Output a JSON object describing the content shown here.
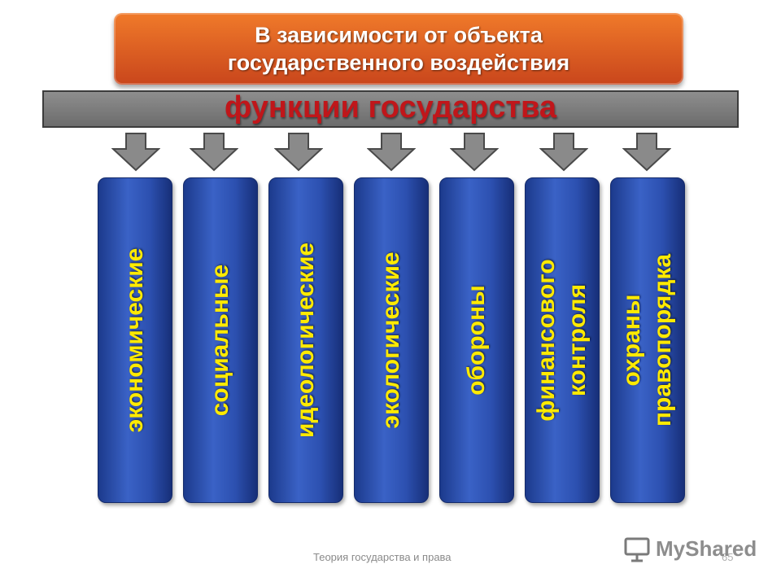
{
  "header": {
    "line1": "В зависимости от объекта",
    "line2": "государственного воздействия"
  },
  "band": {
    "title": "функции государства"
  },
  "cards": [
    {
      "label": "экономические"
    },
    {
      "label": "социальные"
    },
    {
      "label": "идеологические"
    },
    {
      "label": "экологические"
    },
    {
      "label": "обороны"
    },
    {
      "label": "финансового\nконтроля"
    },
    {
      "label": "охраны\nправопорядка"
    }
  ],
  "footer": {
    "text": "Теория государства и права",
    "page": "65"
  },
  "watermark": {
    "text": "MyShared",
    "icon": "presentation-board-icon"
  },
  "colors": {
    "header_bg": "#e06022",
    "band_bg": "#7f7f7f",
    "band_title": "#c0161a",
    "card_bg": "#2c50b0",
    "card_text": "#ffea00",
    "arrow": "#8a8a8a"
  }
}
